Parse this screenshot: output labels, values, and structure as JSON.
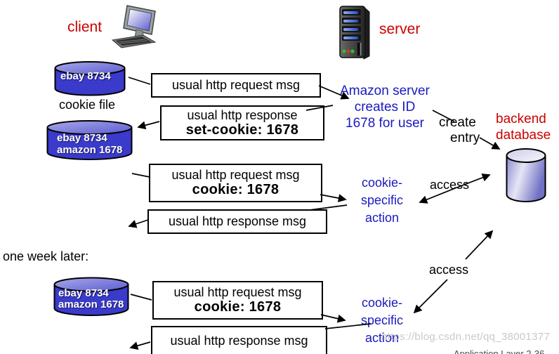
{
  "slide": {
    "client_label": "client",
    "server_label": "server",
    "cookie_file_caption": "cookie file",
    "one_week_later": "one week later:",
    "watermark": "https://blog.csdn.net/qq_38001377",
    "page_footer": "Application Layer 2-36"
  },
  "cookie_files": {
    "initial": {
      "line1": "ebay 8734"
    },
    "after_response": {
      "line1": "ebay 8734",
      "line2": "amazon 1678"
    },
    "one_week_later": {
      "line1": "ebay 8734",
      "line2": "amazon 1678"
    }
  },
  "messages": {
    "request1": {
      "line1": "usual http request msg"
    },
    "response1": {
      "line1": "usual http response",
      "line2": "set-cookie: 1678"
    },
    "request2": {
      "line1": "usual http request msg",
      "line2": "cookie: 1678"
    },
    "response2": {
      "line1": "usual http response msg"
    },
    "request3": {
      "line1": "usual http request msg",
      "line2": "cookie: 1678"
    },
    "response3": {
      "line1": "usual http response msg"
    }
  },
  "server_notes": {
    "amazon": {
      "line1": "Amazon server",
      "line2": "creates ID",
      "line3": "1678 for user"
    },
    "create_entry": {
      "line1": "create",
      "line2": "entry"
    },
    "backend_db": {
      "line1": "backend",
      "line2": "database"
    },
    "access_top": "access",
    "access_bottom": "access",
    "cookie_action_top": {
      "line1": "cookie-",
      "line2": "specific",
      "line3": "action"
    },
    "cookie_action_bottom": {
      "line1": "cookie-",
      "line2": "specific",
      "line3": "action"
    }
  },
  "colors": {
    "heading_red": "#cc0000",
    "note_blue": "#1a1ac0",
    "cylinder_blue": "#3a3acb",
    "watermark_gray": "#c9c9c9"
  }
}
